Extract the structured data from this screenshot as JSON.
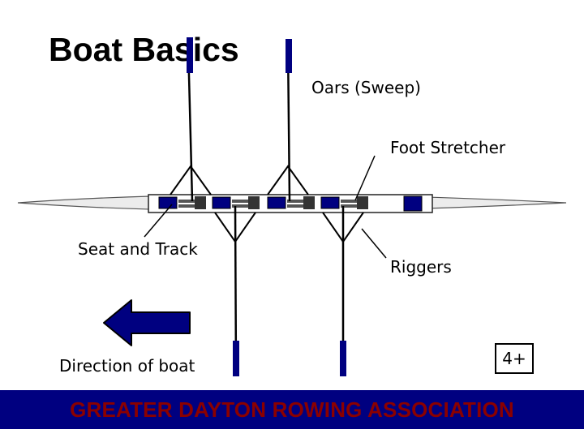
{
  "title": "Boat Basics",
  "labels": {
    "oars": "Oars (Sweep)",
    "foot_stretcher": "Foot Stretcher",
    "seat_and_track": "Seat and Track",
    "riggers": "Riggers",
    "direction": "Direction of boat"
  },
  "boat_class": "4+",
  "footer": "GREATER DAYTON ROWING ASSOCIATION",
  "colors": {
    "navy": "#000080",
    "footer_text": "#8b0000",
    "hull": "#e8e8e8"
  }
}
